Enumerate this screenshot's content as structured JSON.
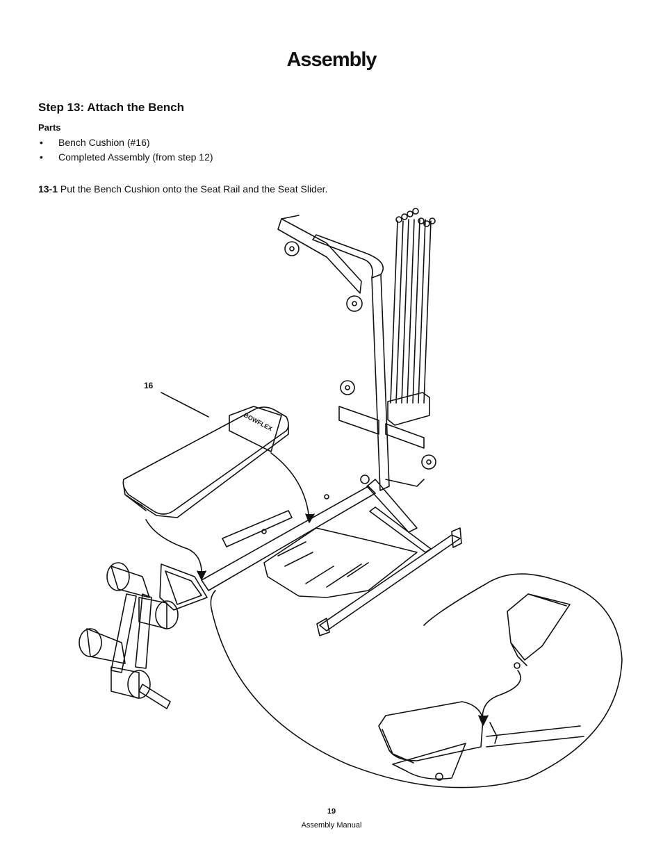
{
  "page": {
    "title": "Assembly",
    "step_title": "Step 13: Attach the Bench",
    "parts_heading": "Parts",
    "parts": [
      "Bench Cushion (#16)",
      "Completed Assembly (from step 12)"
    ],
    "instruction": {
      "step_number": "13-1",
      "text": "Put the Bench Cushion onto the Seat Rail and the Seat Slider."
    },
    "callout_label": "16",
    "bench_logo": "BOWFLEX",
    "page_number": "19",
    "footer": "Assembly Manual"
  }
}
